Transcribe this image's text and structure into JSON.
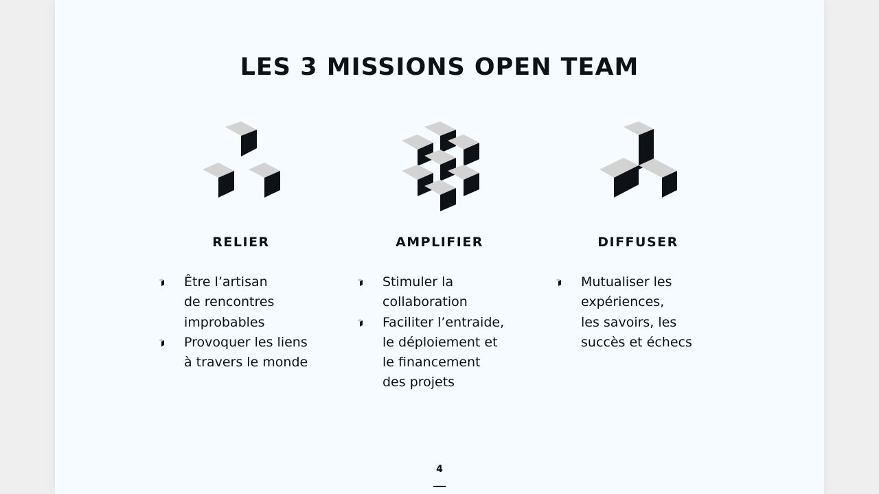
{
  "page": {
    "title": "LES 3 MISSIONS OPEN TEAM",
    "number": "4"
  },
  "colors": {
    "background": "#f5fbfe",
    "outer": "#efefef",
    "dark": "#0e1116",
    "light_grey": "#d3d3d3",
    "mid_grey": "#9aa0a6"
  },
  "missions": [
    {
      "title": "RELIER",
      "icon": "three-scattered-cubes-icon",
      "bullets": [
        "Être l’artisan\nde rencontres\nimprobables",
        "Provoquer les liens\nà travers le monde"
      ]
    },
    {
      "title": "AMPLIFIER",
      "icon": "cube-cluster-icon",
      "bullets": [
        "Stimuler la\ncollaboration",
        "Faciliter l’entraide,\nle déploiement et\nle financement\ndes projets"
      ]
    },
    {
      "title": "DIFFUSER",
      "icon": "connected-cubes-icon",
      "bullets": [
        "Mutualiser  les\nexpériences,\nles savoirs, les\nsuccès et échecs"
      ]
    }
  ]
}
